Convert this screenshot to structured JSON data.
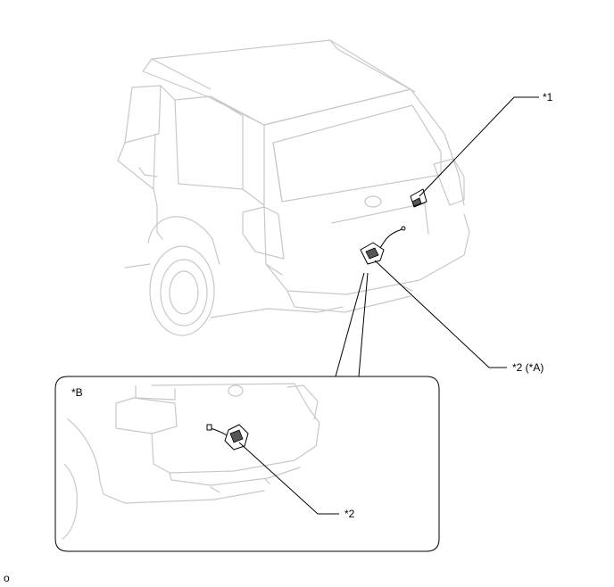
{
  "callouts": {
    "item1": "*1",
    "item2a": "*2 (*A)",
    "item2": "*2",
    "inset": "*B"
  },
  "footer": {
    "code": "o"
  },
  "colors": {
    "outline": "#c8c8c8",
    "lines": "#000000",
    "background": "#ffffff"
  }
}
